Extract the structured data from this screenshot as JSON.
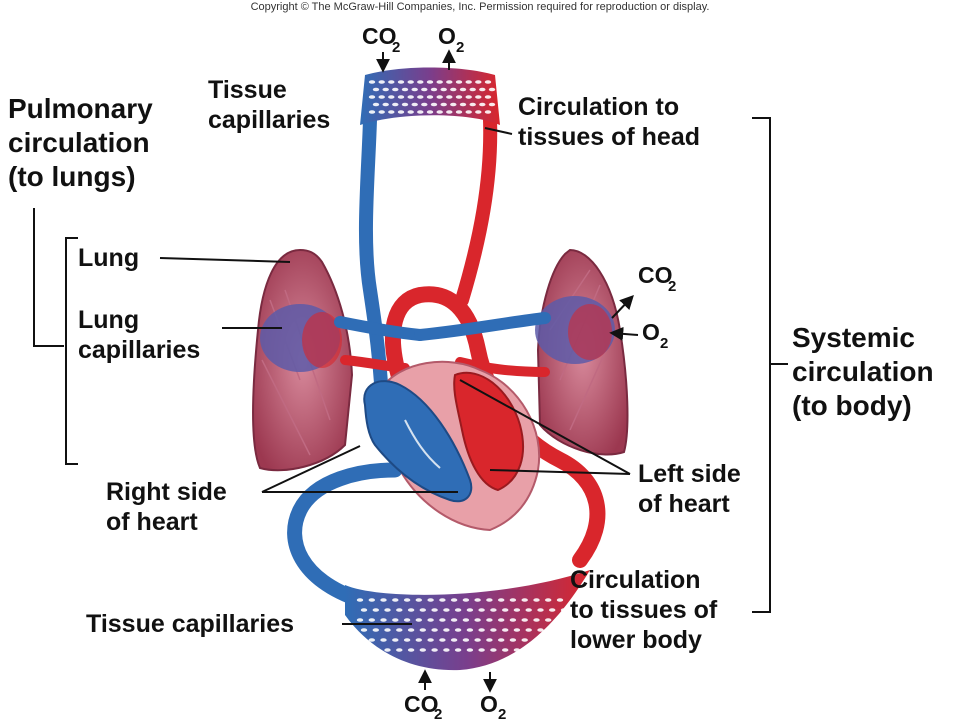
{
  "copyright": "Copyright © The McGraw-Hill Companies, Inc. Permission required for reproduction or display.",
  "gases": {
    "co2_main": "CO",
    "co2_sub": "2",
    "o2_main": "O",
    "o2_sub": "2"
  },
  "labels": {
    "pulmonary": [
      "Pulmonary",
      "circulation",
      "(to lungs)"
    ],
    "systemic": [
      "Systemic",
      "circulation",
      "(to body)"
    ],
    "tissue_capillaries_top": [
      "Tissue",
      "capillaries"
    ],
    "head_circulation": [
      "Circulation to",
      "tissues of head"
    ],
    "lung": [
      "Lung"
    ],
    "lung_capillaries": [
      "Lung",
      "capillaries"
    ],
    "right_heart": [
      "Right side",
      "of heart"
    ],
    "left_heart": [
      "Left side",
      "of heart"
    ],
    "tissue_capillaries_bottom": [
      "Tissue capillaries"
    ],
    "lower_body_circulation": [
      "Circulation",
      "to tissues of",
      "lower body"
    ]
  },
  "colors": {
    "oxygenated": "#d9262c",
    "deoxygenated": "#2f6db6",
    "lung": "#b0455f",
    "lung_light": "#d88a9c",
    "heart_muscle": "#e8a0a8",
    "capillary_purple": "#7a3e8c"
  }
}
